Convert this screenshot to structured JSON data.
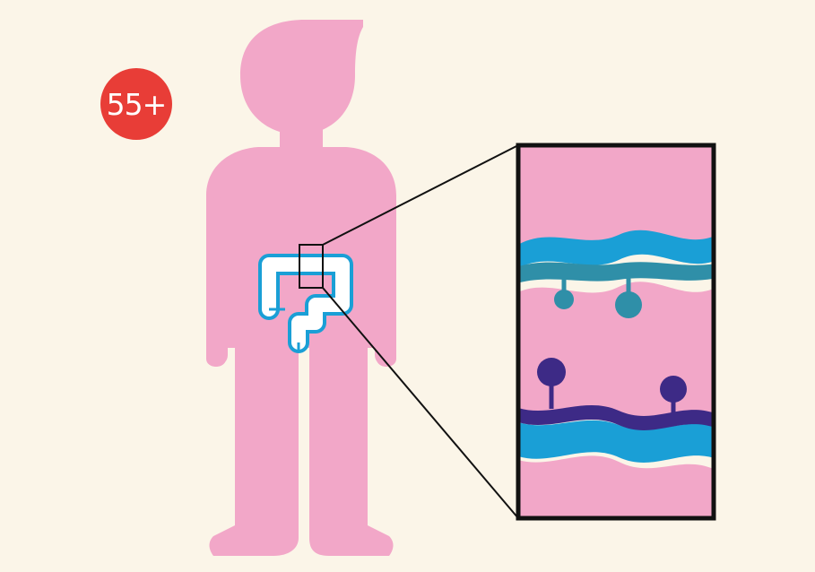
{
  "badge": {
    "label": "55+"
  },
  "colors": {
    "background": "#fbf5e8",
    "body": "#f2a7c8",
    "badge": "#e83d37",
    "colon_outline": "#1a9fd6",
    "colon_fill": "#ffffff",
    "lining_light": "#1a9fd6",
    "lining_teal": "#2f8fa8",
    "lining_dark": "#3d2a86",
    "frame": "#111111"
  },
  "icons": [
    "person-silhouette",
    "colon-icon",
    "magnifier-box",
    "zoomed-intestine-wall"
  ]
}
